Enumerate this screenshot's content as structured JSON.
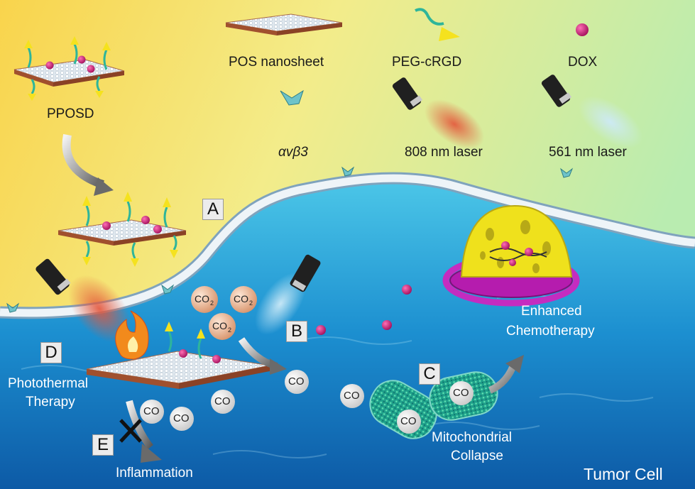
{
  "legend": {
    "pposd": "PPOSD",
    "pos_nanosheet": "POS nanosheet",
    "peg_crgd": "PEG-cRGD",
    "dox": "DOX",
    "integrin": "αvβ3",
    "laser_808": "808 nm laser",
    "laser_561": "561 nm laser"
  },
  "steps": {
    "a": "A",
    "b": "B",
    "c": "C",
    "d": "D",
    "e": "E"
  },
  "labels": {
    "photothermal_line1": "Photothermal",
    "photothermal_line2": "Therapy",
    "inflammation": "Inflammation",
    "enhanced_line1": "Enhanced",
    "enhanced_line2": "Chemotherapy",
    "mito_line1": "Mitochondrial",
    "mito_line2": "Collapse",
    "tumor_cell": "Tumor Cell"
  },
  "molecules": {
    "co": "CO",
    "co2": "CO",
    "co2_sub": "2"
  },
  "colors": {
    "sky_top": "#f7d95a",
    "sky_bottom": "#c8f0a0",
    "sea": "#1f9fd6",
    "sea_deep": "#0c5fa8",
    "membrane": "#e6eef5",
    "dox_magenta": "#c0186e",
    "nucleus_yellow": "#f2e11e",
    "nucleus_ring": "#a01ea8",
    "laser_808": "#e07a5a",
    "laser_561": "#a8d8f0"
  }
}
